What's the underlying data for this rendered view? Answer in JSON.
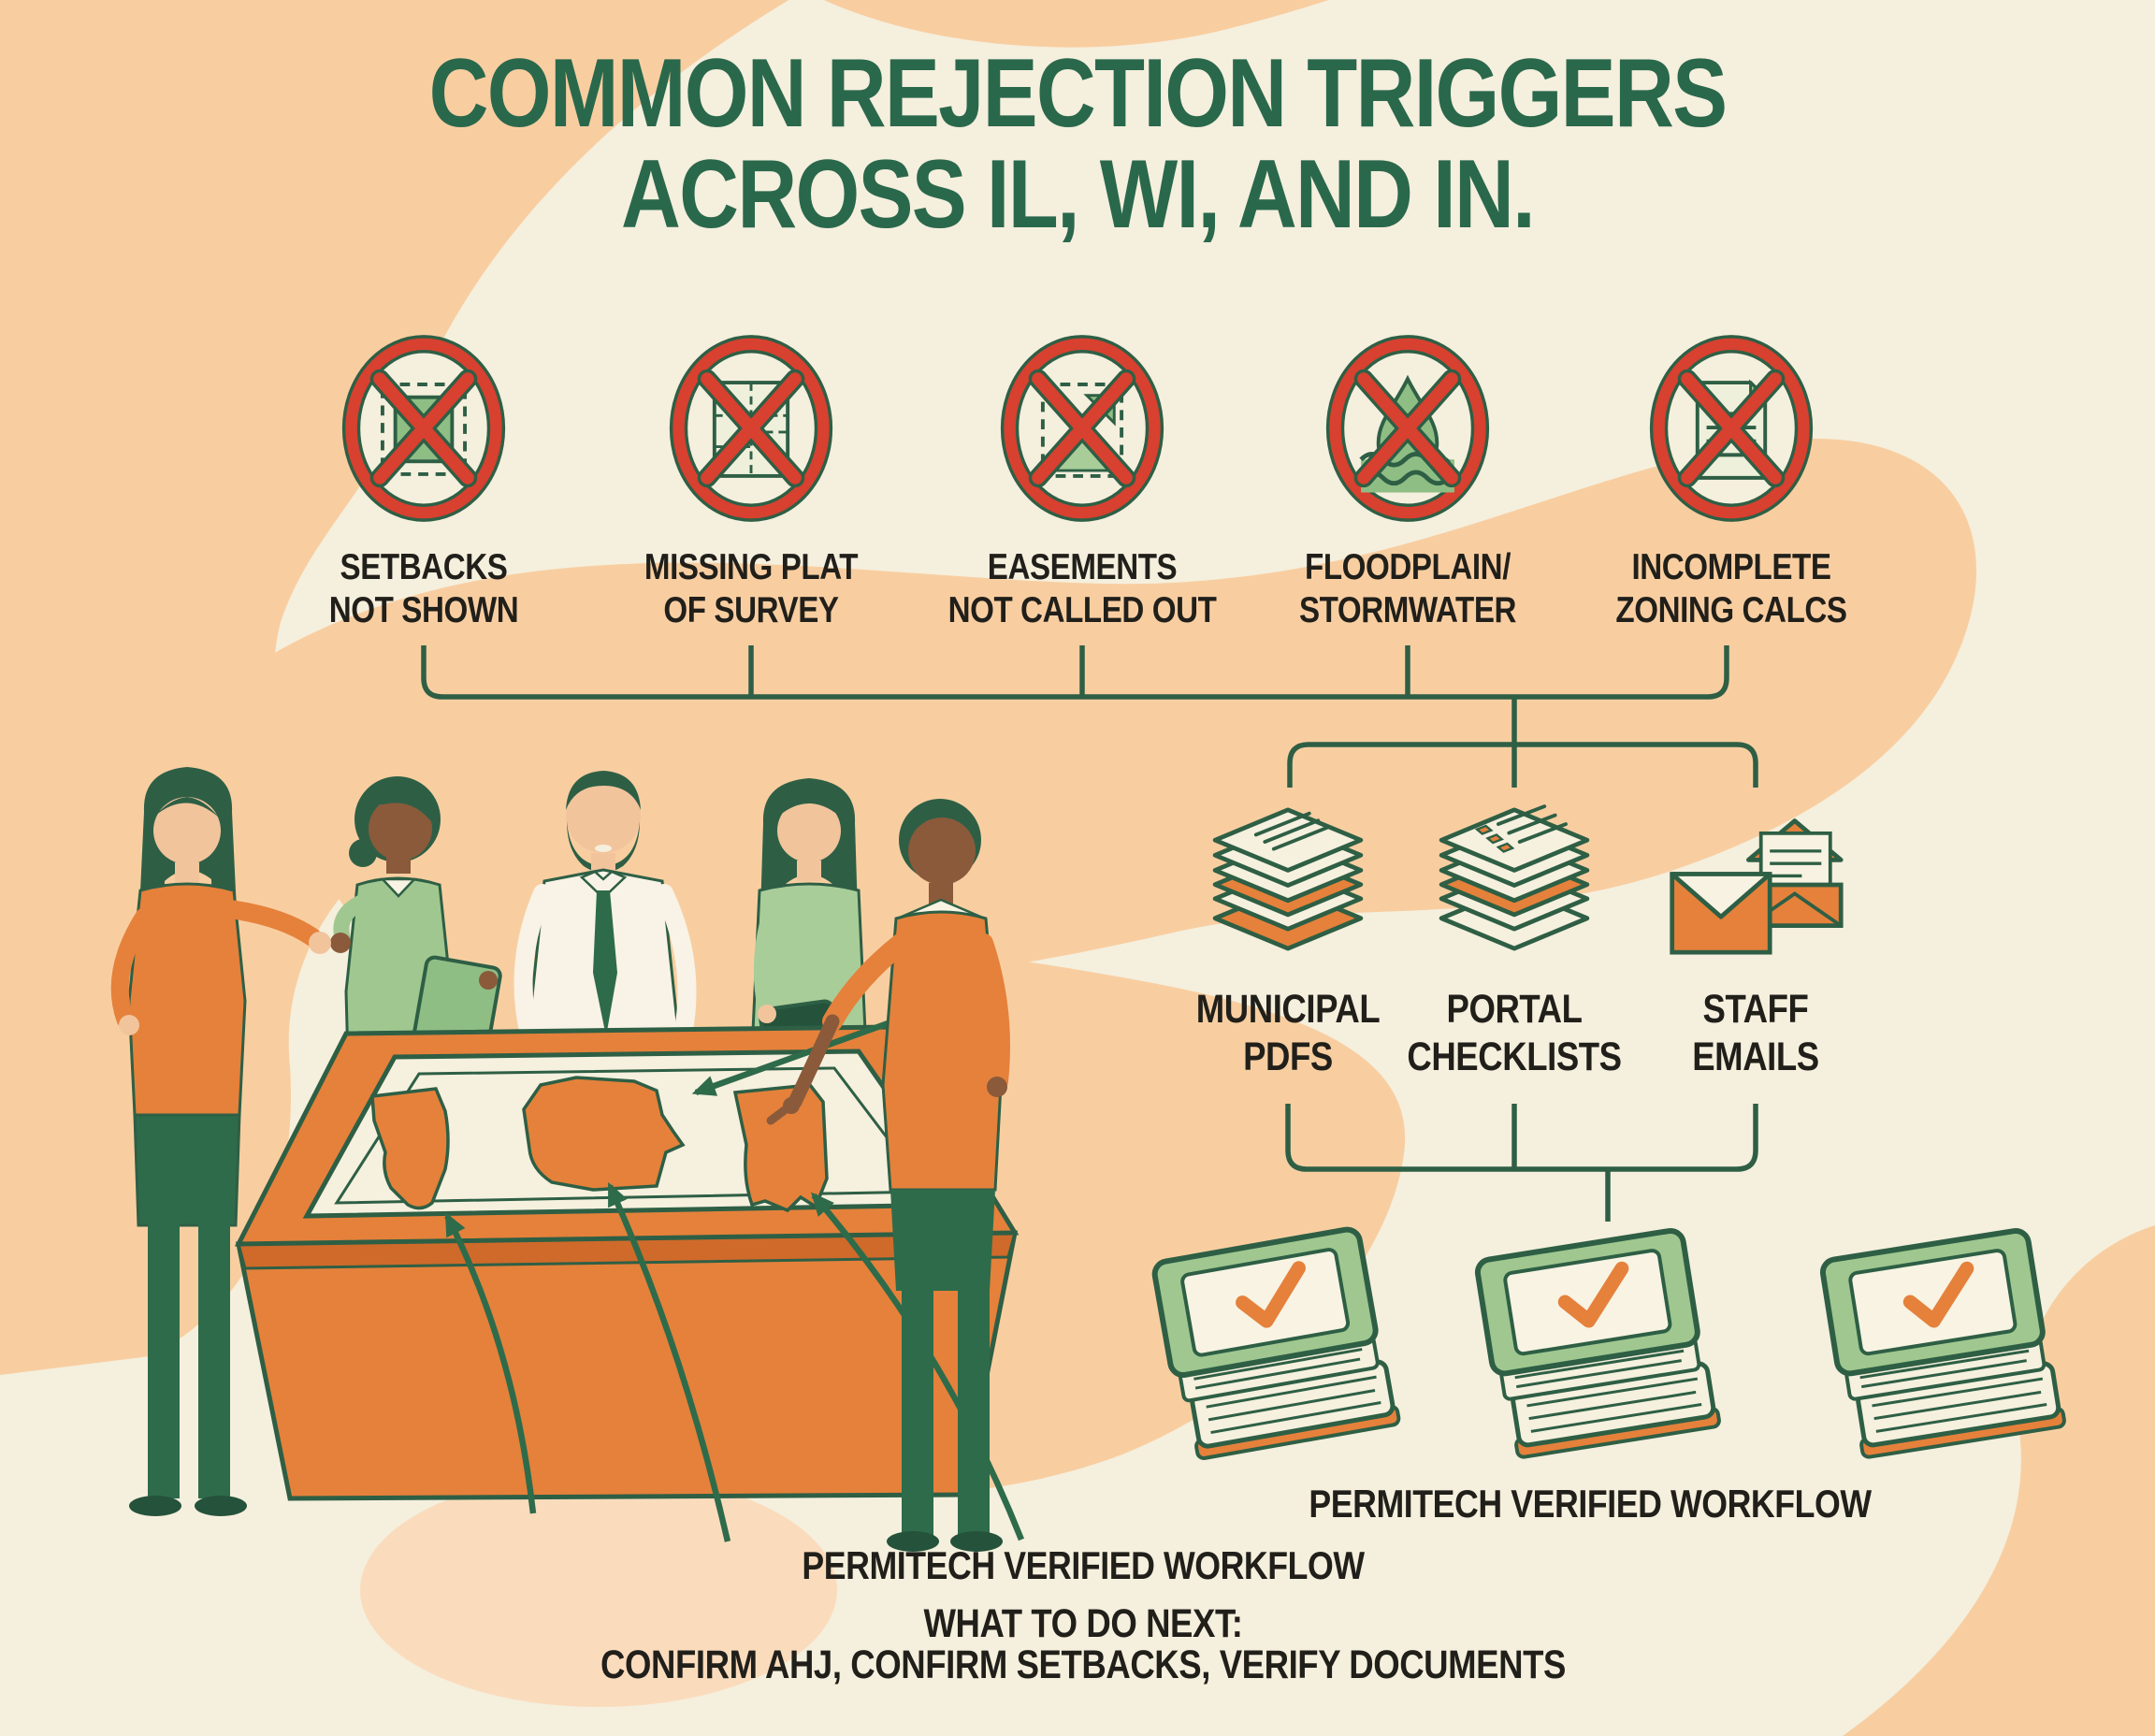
{
  "title": {
    "line1": "COMMON REJECTION TRIGGERS",
    "line2": "ACROSS IL, WI, AND IN."
  },
  "triggers": [
    {
      "line1": "SETBACKS",
      "line2": "NOT SHOWN",
      "icon": "setbacks-not-shown-icon"
    },
    {
      "line1": "MISSING PLAT",
      "line2": "OF SURVEY",
      "icon": "missing-plat-of-survey-icon"
    },
    {
      "line1": "EASEMENTS",
      "line2": "NOT CALLED OUT",
      "icon": "easements-not-called-out-icon"
    },
    {
      "line1": "FLOODPLAIN/",
      "line2": "STORMWATER",
      "icon": "floodplain-stormwater-icon"
    },
    {
      "line1": "INCOMPLETE",
      "line2": "ZONING CALCS",
      "icon": "incomplete-zoning-calcs-icon"
    }
  ],
  "sources": [
    {
      "line1": "MUNICIPAL",
      "line2": "PDFS",
      "icon": "municipal-pdfs-icon"
    },
    {
      "line1": "PORTAL",
      "line2": "CHECKLISTS",
      "icon": "portal-checklists-icon"
    },
    {
      "line1": "STAFF",
      "line2": "EMAILS",
      "icon": "staff-emails-icon"
    }
  ],
  "workflow": {
    "books_label": "PERMITECH VERIFIED WORKFLOW",
    "table_label": "PERMITECH VERIFIED WORKFLOW"
  },
  "next_steps": {
    "heading": "WHAT TO DO NEXT:",
    "items": "CONFIRM AHJ, CONFIRM SETBACKS, VERIFY DOCUMENTS"
  },
  "scene": {
    "states": [
      "IL",
      "WI",
      "IN"
    ]
  },
  "colors": {
    "background": "#f5efdd",
    "peach": "#f8cea1",
    "peach_soft": "#fadcbd",
    "title_green": "#2a684c",
    "line_green": "#2e5f45",
    "text_black": "#211f1a",
    "ban_red": "#d8402f",
    "orange": "#e5813b",
    "leaf_green": "#8fbe85"
  }
}
